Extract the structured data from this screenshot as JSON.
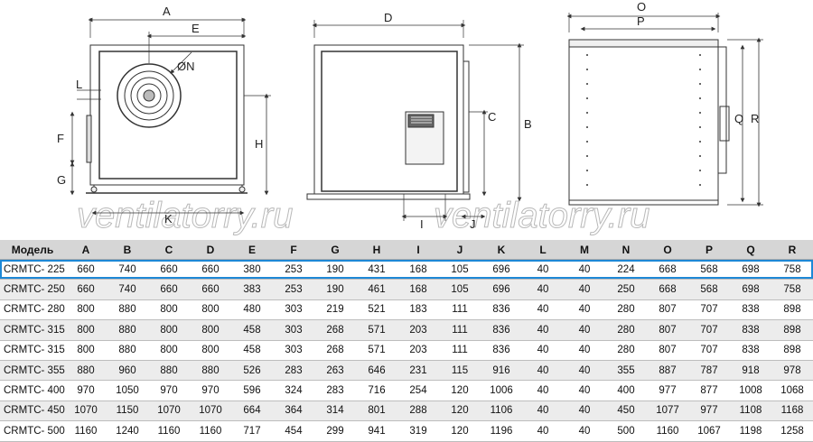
{
  "drawing": {
    "watermark": "ventilatorry.ru",
    "labels": {
      "A": "A",
      "E": "E",
      "N": "ØN",
      "L": "L",
      "F": "F",
      "G": "G",
      "H": "H",
      "K": "K",
      "D": "D",
      "C": "C",
      "B": "B",
      "I": "I",
      "J": "J",
      "O": "O",
      "P": "P",
      "Q": "Q",
      "R": "R"
    }
  },
  "table": {
    "headers": [
      "Модель",
      "A",
      "B",
      "C",
      "D",
      "E",
      "F",
      "G",
      "H",
      "I",
      "J",
      "K",
      "L",
      "M",
      "N",
      "O",
      "P",
      "Q",
      "R"
    ],
    "highlight_index": 0,
    "highlight_color": "#1e88d6",
    "rows": [
      [
        "CRMTC- 225",
        "660",
        "740",
        "660",
        "660",
        "380",
        "253",
        "190",
        "431",
        "168",
        "105",
        "696",
        "40",
        "40",
        "224",
        "668",
        "568",
        "698",
        "758"
      ],
      [
        "CRMTC- 250",
        "660",
        "740",
        "660",
        "660",
        "383",
        "253",
        "190",
        "461",
        "168",
        "105",
        "696",
        "40",
        "40",
        "250",
        "668",
        "568",
        "698",
        "758"
      ],
      [
        "CRMTC- 280",
        "800",
        "880",
        "800",
        "800",
        "480",
        "303",
        "219",
        "521",
        "183",
        "111",
        "836",
        "40",
        "40",
        "280",
        "807",
        "707",
        "838",
        "898"
      ],
      [
        "CRMTC- 315",
        "800",
        "880",
        "800",
        "800",
        "458",
        "303",
        "268",
        "571",
        "203",
        "111",
        "836",
        "40",
        "40",
        "280",
        "807",
        "707",
        "838",
        "898"
      ],
      [
        "CRMTC- 315",
        "800",
        "880",
        "800",
        "800",
        "458",
        "303",
        "268",
        "571",
        "203",
        "111",
        "836",
        "40",
        "40",
        "280",
        "807",
        "707",
        "838",
        "898"
      ],
      [
        "CRMTC- 355",
        "880",
        "960",
        "880",
        "880",
        "526",
        "283",
        "263",
        "646",
        "231",
        "115",
        "916",
        "40",
        "40",
        "355",
        "887",
        "787",
        "918",
        "978"
      ],
      [
        "CRMTC- 400",
        "970",
        "1050",
        "970",
        "970",
        "596",
        "324",
        "283",
        "716",
        "254",
        "120",
        "1006",
        "40",
        "40",
        "400",
        "977",
        "877",
        "1008",
        "1068"
      ],
      [
        "CRMTC- 450",
        "1070",
        "1150",
        "1070",
        "1070",
        "664",
        "364",
        "314",
        "801",
        "288",
        "120",
        "1106",
        "40",
        "40",
        "450",
        "1077",
        "977",
        "1108",
        "1168"
      ],
      [
        "CRMTC- 500",
        "1160",
        "1240",
        "1160",
        "1160",
        "717",
        "454",
        "299",
        "941",
        "319",
        "120",
        "1196",
        "40",
        "40",
        "500",
        "1160",
        "1067",
        "1198",
        "1258"
      ]
    ]
  }
}
